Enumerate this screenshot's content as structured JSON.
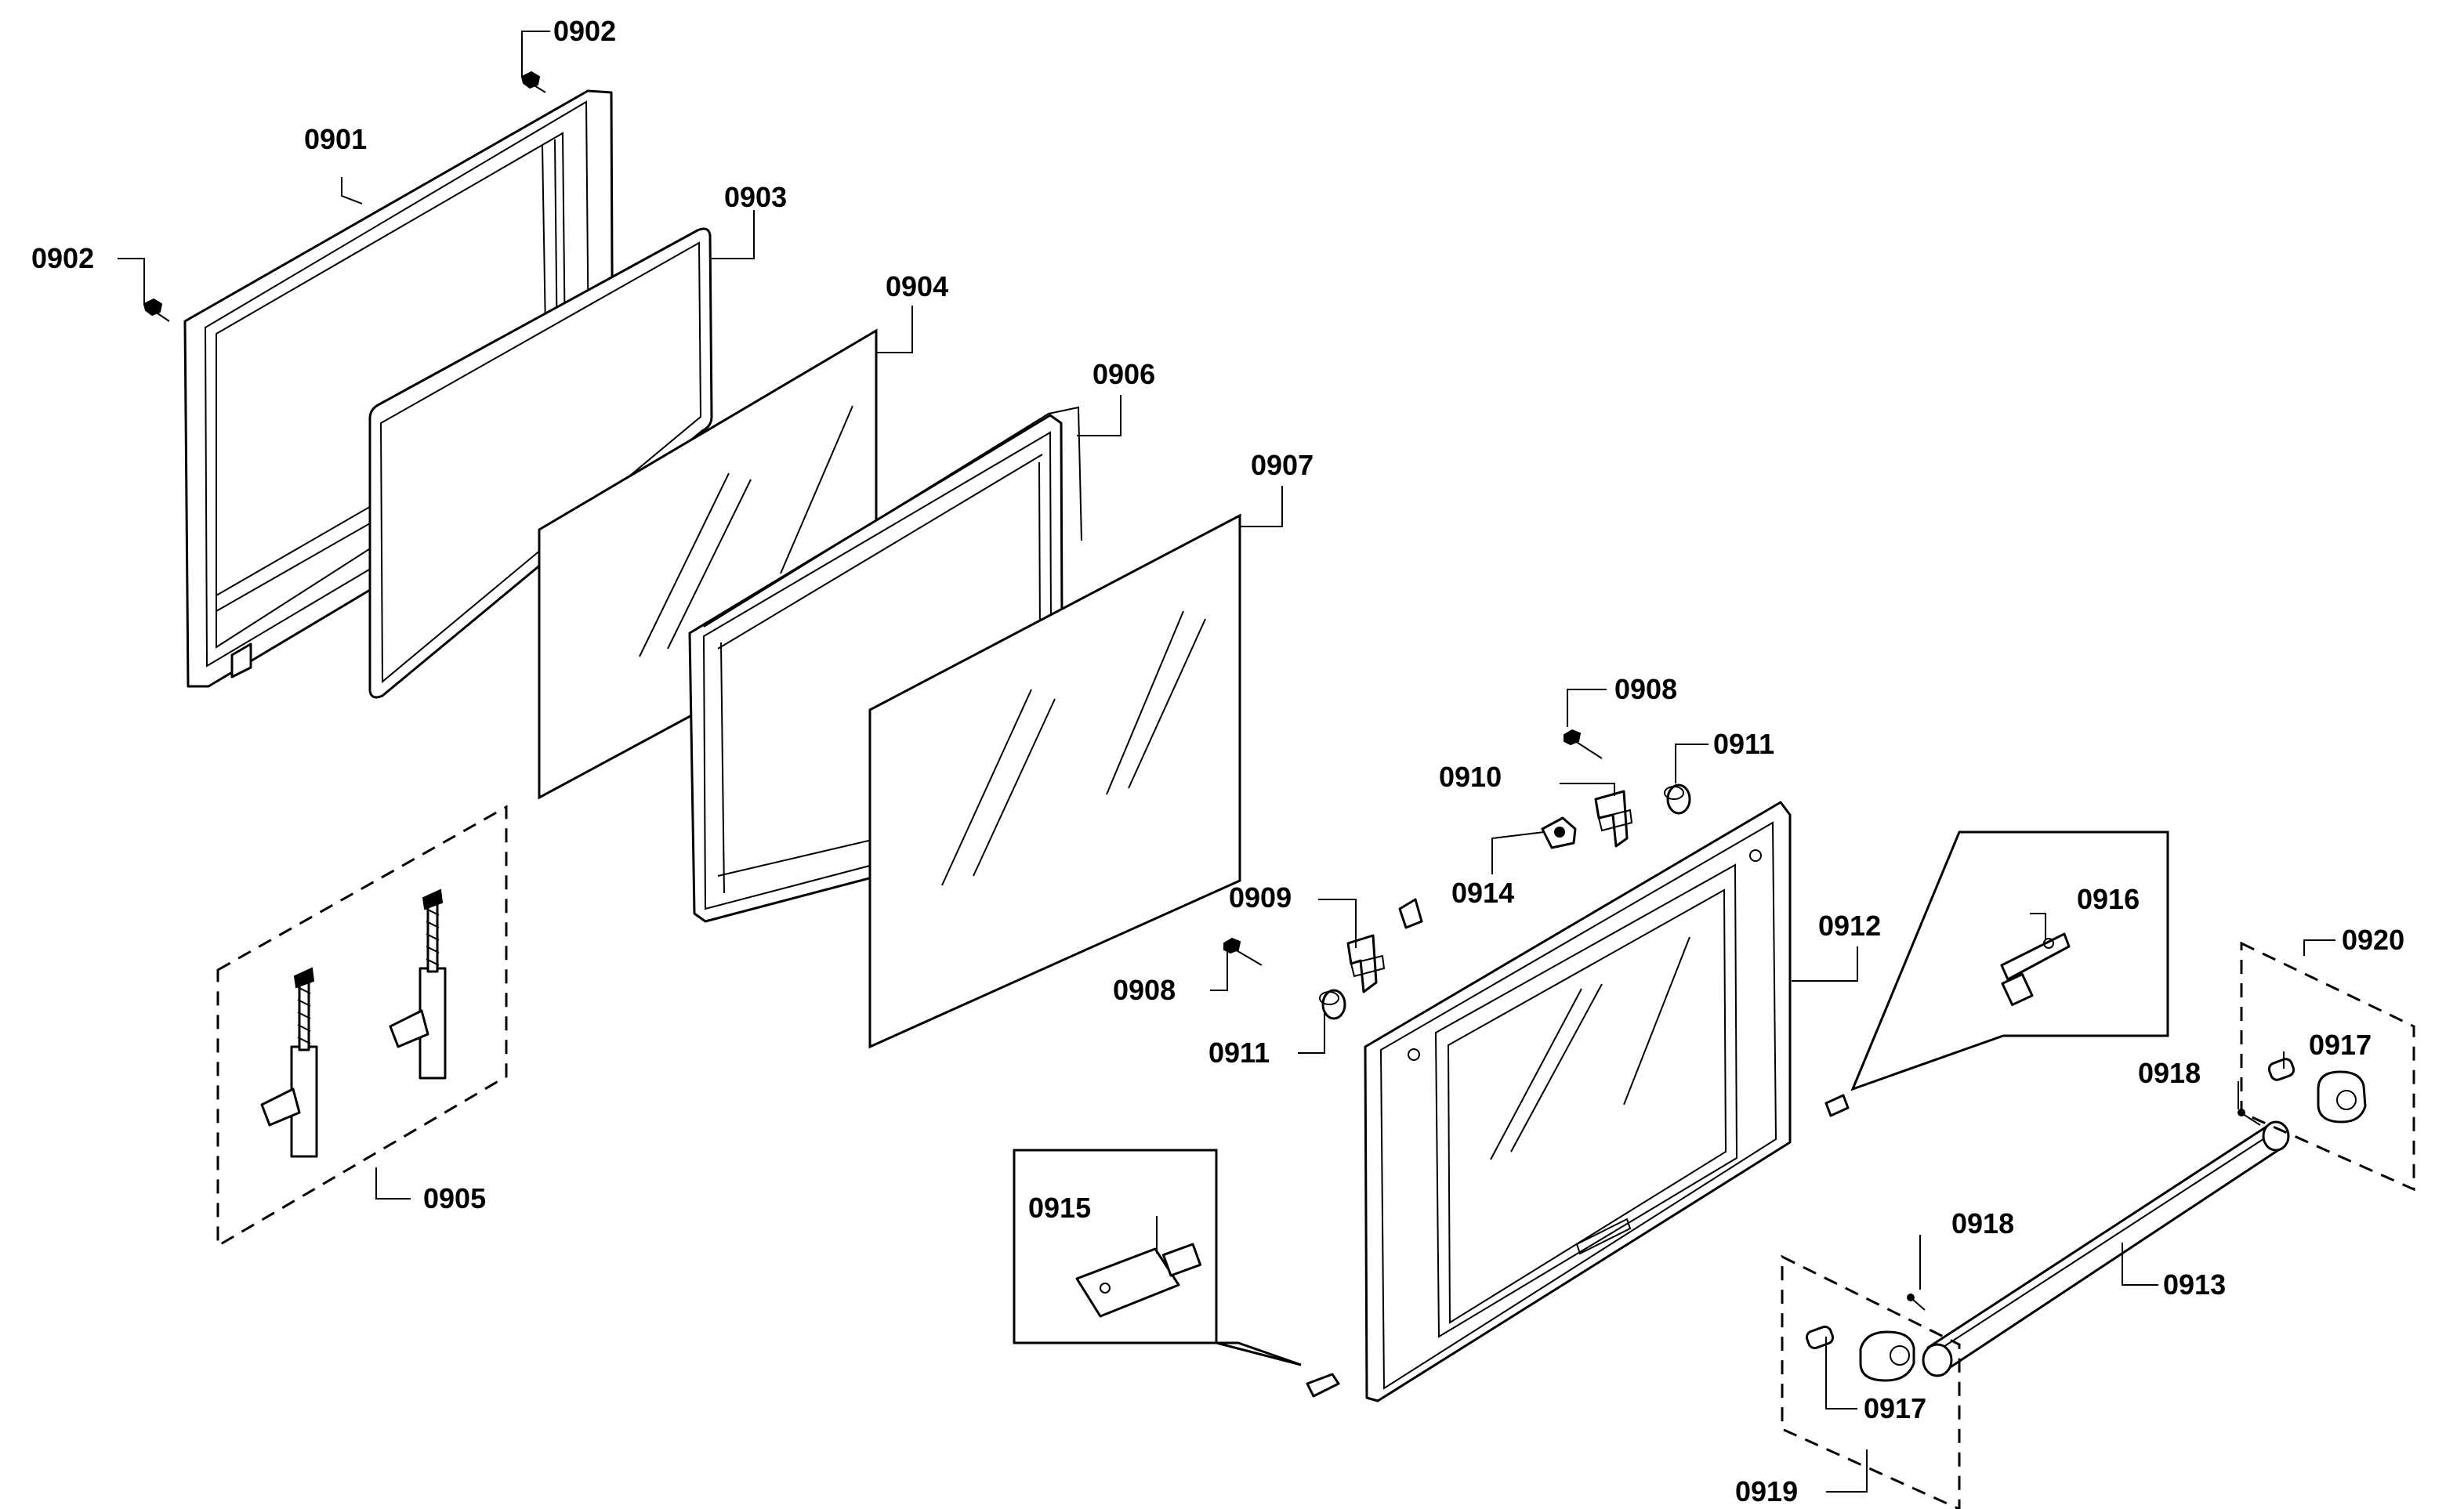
{
  "labels": {
    "l0901": "0901",
    "l0902a": "0902",
    "l0902b": "0902",
    "l0903": "0903",
    "l0904": "0904",
    "l0905": "0905",
    "l0906": "0906",
    "l0907": "0907",
    "l0908a": "0908",
    "l0908b": "0908",
    "l0909": "0909",
    "l0910": "0910",
    "l0911a": "0911",
    "l0911b": "0911",
    "l0912": "0912",
    "l0913": "0913",
    "l0914": "0914",
    "l0915": "0915",
    "l0916": "0916",
    "l0917a": "0917",
    "l0917b": "0917",
    "l0918a": "0918",
    "l0918b": "0918",
    "l0919": "0919",
    "l0920": "0920"
  }
}
